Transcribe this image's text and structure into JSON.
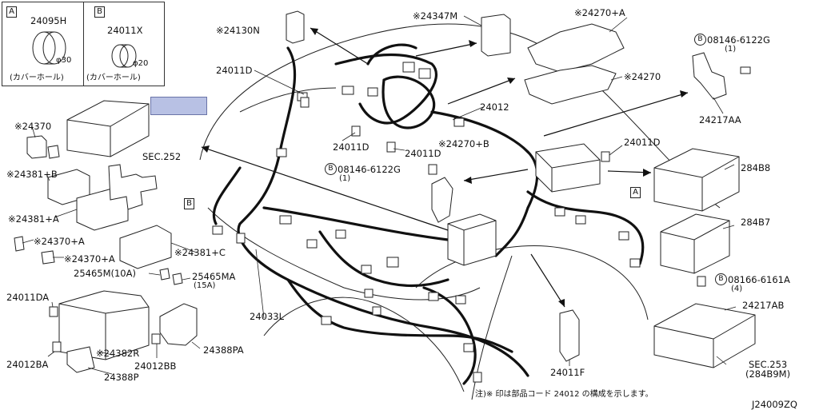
{
  "legend": {
    "a": {
      "box": "A",
      "part": "24095H",
      "dia": "φ30",
      "caption": "(カバーホール)"
    },
    "b": {
      "box": "B",
      "part": "24011X",
      "dia": "φ20",
      "caption": "(カバーホール)"
    }
  },
  "labels": {
    "p24130N": "※24130N",
    "p24347M": "※24347M",
    "p24270A": "※24270+A",
    "p24270": "※24270",
    "p24011D_top": "24011D",
    "p24012": "24012",
    "b08146_top": "08146-6122G",
    "b08146_top_qty": "(1)",
    "p24217AA": "24217AA",
    "p24370": "※24370",
    "p24381B": "※24381+B",
    "p24381A": "※24381+A",
    "sec252": "SEC.252",
    "p24370A_1": "※24370+A",
    "p24370A_2": "※24370+A",
    "p24381C": "※24381+C",
    "p25465M": "25465M(10A)",
    "p25465MA": "25465MA",
    "p25465MA_amp": "(15A)",
    "p24011D_mid1": "24011D",
    "p24011D_mid2": "24011D",
    "p24270B": "※24270+B",
    "b08146_mid": "08146-6122G",
    "b08146_mid_qty": "(1)",
    "p24011D_right": "24011D",
    "p284B8": "284B8",
    "p284B7": "284B7",
    "b08166": "08166-6161A",
    "b08166_qty": "(4)",
    "p24217AB": "24217AB",
    "sec253": "SEC.253",
    "sec253_sub": "(284B9M)",
    "p24011DA": "24011DA",
    "p24012BA": "24012BA",
    "p24382R": "※24382R",
    "p24388P": "24388P",
    "p24012BB": "24012BB",
    "p24388PA": "24388PA",
    "p24033L": "24033L",
    "p24011F": "24011F",
    "box_a_right": "A",
    "box_b_left": "B",
    "bolt_b1": "B",
    "bolt_b2": "B",
    "bolt_b3": "B",
    "note": "注)※ 印は部品コード 24012 の構成を示します。",
    "diagram_id": "J24009ZQ"
  }
}
